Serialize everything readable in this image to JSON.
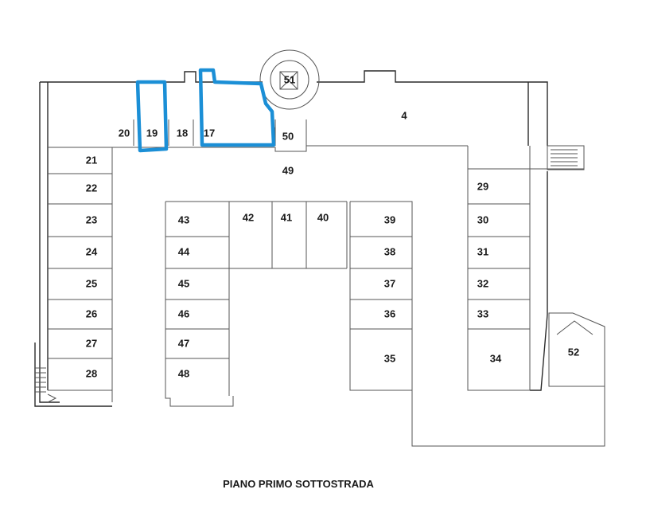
{
  "caption": "PIANO PRIMO SOTTOSTRADA",
  "highlight_color": "#1b8fd6",
  "highlighted_spaces": [
    "19",
    "17"
  ],
  "spaces": [
    "4",
    "17",
    "18",
    "19",
    "20",
    "21",
    "22",
    "23",
    "24",
    "25",
    "26",
    "27",
    "28",
    "29",
    "30",
    "31",
    "32",
    "33",
    "34",
    "35",
    "36",
    "37",
    "38",
    "39",
    "40",
    "41",
    "42",
    "43",
    "44",
    "45",
    "46",
    "47",
    "48",
    "49",
    "50",
    "51",
    "52"
  ]
}
